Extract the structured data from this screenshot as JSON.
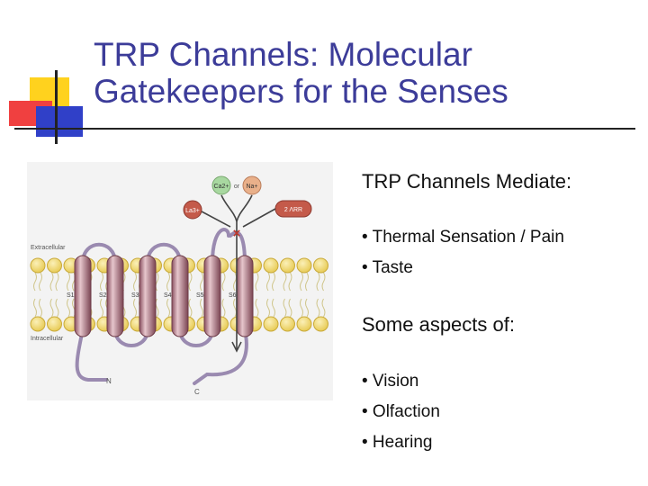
{
  "title": {
    "line1": "TRP Channels: Molecular",
    "line2": "Gatekeepers for the Senses"
  },
  "diagram": {
    "ions": {
      "calcium": "Ca2+",
      "or": "or",
      "sodium": "Na+"
    },
    "lanthanum": "La3+",
    "ruthenium_red": "2 ΛRR",
    "block_mark": "×",
    "extracellular": "Extracellular",
    "intracellular": "Intracellular",
    "segments": [
      "S1",
      "S2",
      "S3",
      "S4",
      "S5",
      "S6"
    ],
    "n_terminus": "N",
    "c_terminus": "C",
    "colors": {
      "membrane_head": "#f1dc7a",
      "helix": "#a86c78",
      "calcium_bubble": "#a8d8a0",
      "sodium_bubble": "#e9b08a",
      "blocker": "#c45a4a"
    }
  },
  "right": {
    "heading1": "TRP Channels Mediate:",
    "list1": [
      "• Thermal Sensation / Pain",
      "• Taste"
    ],
    "heading2": "Some aspects of:",
    "list2": [
      "• Vision",
      "• Olfaction",
      "• Hearing"
    ]
  },
  "colors": {
    "title": "#3c3c99",
    "accent_yellow": "#ffd21e",
    "accent_red": "#f04040",
    "accent_blue": "#3040c8"
  }
}
